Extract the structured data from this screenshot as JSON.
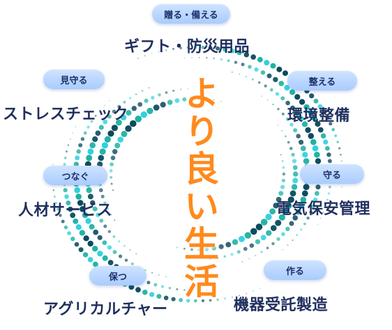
{
  "center_title": "より良い生活",
  "items": [
    {
      "badge": "贈る・備える",
      "label": "ギフト・防災用品"
    },
    {
      "badge": "整える",
      "label": "環境整備"
    },
    {
      "badge": "守る",
      "label": "電気保安管理"
    },
    {
      "badge": "作る",
      "label": "機器受託製造"
    },
    {
      "badge": "保つ",
      "label": "アグリカルチャー"
    },
    {
      "badge": "つなぐ",
      "label": "人材サービス"
    },
    {
      "badge": "見守る",
      "label": "ストレスチェック"
    }
  ],
  "colors": {
    "dot_dark": "#0b4a5e",
    "dot_teal": "#1fb3a3",
    "dot_cyan": "#2fd0e0",
    "pill": "#b3d1ff",
    "label": "#1f2f5e",
    "center": "#ff8a1c"
  }
}
